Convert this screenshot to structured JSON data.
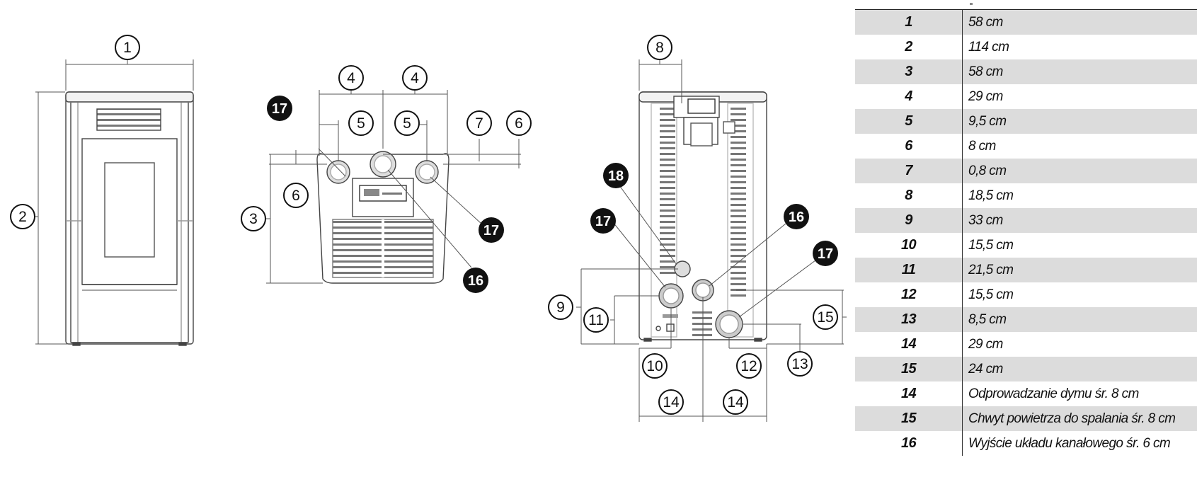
{
  "callouts": {
    "front": [
      "1",
      "2"
    ],
    "top": [
      "4",
      "4",
      "5",
      "5",
      "7",
      "6",
      "6",
      "3",
      "17",
      "17",
      "16"
    ],
    "back": [
      "8",
      "18",
      "17",
      "16",
      "17",
      "9",
      "11",
      "15",
      "10",
      "12",
      "13",
      "14",
      "14"
    ]
  },
  "spec_table": [
    {
      "key": "1",
      "value": "58 cm"
    },
    {
      "key": "2",
      "value": "114 cm"
    },
    {
      "key": "3",
      "value": "58 cm"
    },
    {
      "key": "4",
      "value": "29 cm"
    },
    {
      "key": "5",
      "value": "9,5 cm"
    },
    {
      "key": "6",
      "value": "8 cm"
    },
    {
      "key": "7",
      "value": "0,8 cm"
    },
    {
      "key": "8",
      "value": "18,5 cm"
    },
    {
      "key": "9",
      "value": "33 cm"
    },
    {
      "key": "10",
      "value": "15,5 cm"
    },
    {
      "key": "11",
      "value": "21,5 cm"
    },
    {
      "key": "12",
      "value": "15,5 cm"
    },
    {
      "key": "13",
      "value": "8,5 cm"
    },
    {
      "key": "14",
      "value": "29 cm"
    },
    {
      "key": "15",
      "value": "24 cm"
    },
    {
      "key": "14",
      "value": "Odprowadzanie dymu śr. 8 cm"
    },
    {
      "key": "15",
      "value": "Chwyt powietrza do spalania śr. 8 cm"
    },
    {
      "key": "16",
      "value": "Wyjście układu kanałowego śr. 6 cm"
    }
  ]
}
